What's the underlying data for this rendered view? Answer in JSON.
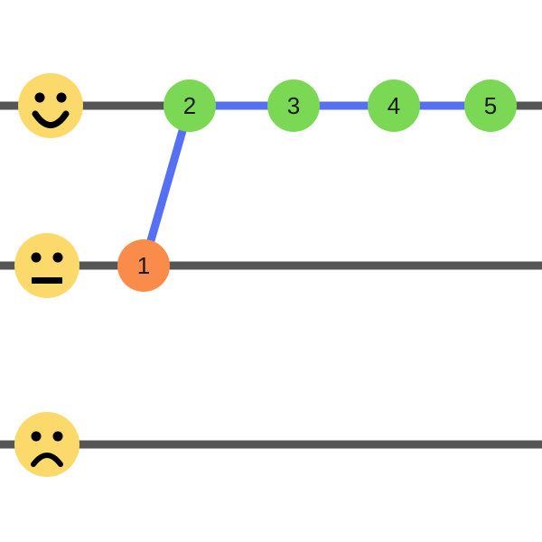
{
  "colors": {
    "track": "#555555",
    "connector": "#5570f2",
    "node_positive": "#7ad855",
    "node_start": "#f98c4b",
    "face": "#fbd96a",
    "face_feature": "#000000"
  },
  "lanes": [
    {
      "mood": "happy",
      "icon": "happy-face-icon"
    },
    {
      "mood": "neutral",
      "icon": "neutral-face-icon"
    },
    {
      "mood": "sad",
      "icon": "sad-face-icon"
    }
  ],
  "nodes": [
    {
      "label": "1",
      "lane": "neutral",
      "status": "start"
    },
    {
      "label": "2",
      "lane": "happy",
      "status": "positive"
    },
    {
      "label": "3",
      "lane": "happy",
      "status": "positive"
    },
    {
      "label": "4",
      "lane": "happy",
      "status": "positive"
    },
    {
      "label": "5",
      "lane": "happy",
      "status": "positive"
    }
  ],
  "path": [
    "1",
    "2",
    "3",
    "4",
    "5"
  ]
}
